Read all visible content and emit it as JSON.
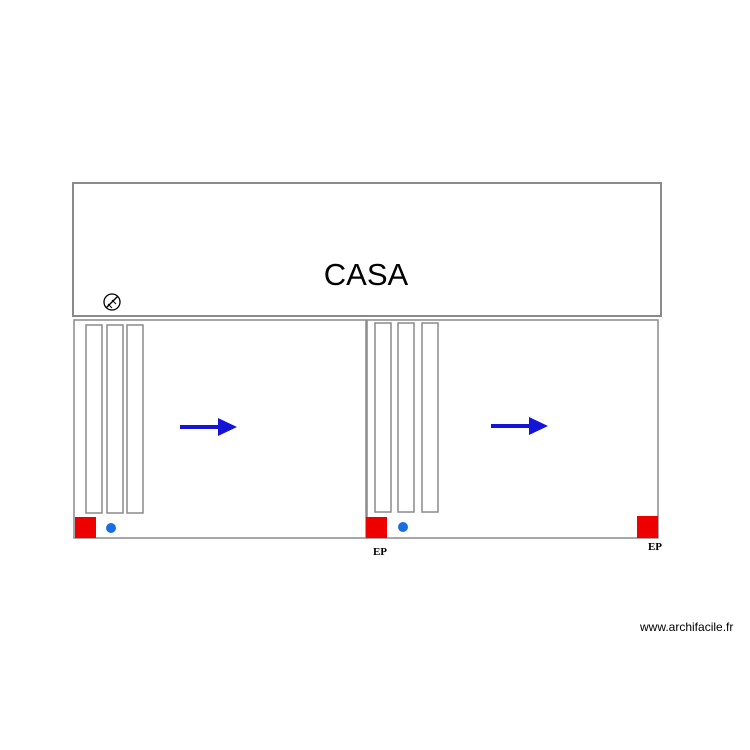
{
  "plan": {
    "house_label": "CASA",
    "downpipe_label": "EP",
    "watermark": "www.archifacile.fr",
    "colors": {
      "wall": "#8a8a8a",
      "arrow": "#1414d6",
      "downpipe": "#ee0000",
      "drain": "#1a6fe0"
    },
    "icons": [
      "meter-icon",
      "slope-arrow-icon",
      "downpipe-marker",
      "drain-point"
    ]
  }
}
